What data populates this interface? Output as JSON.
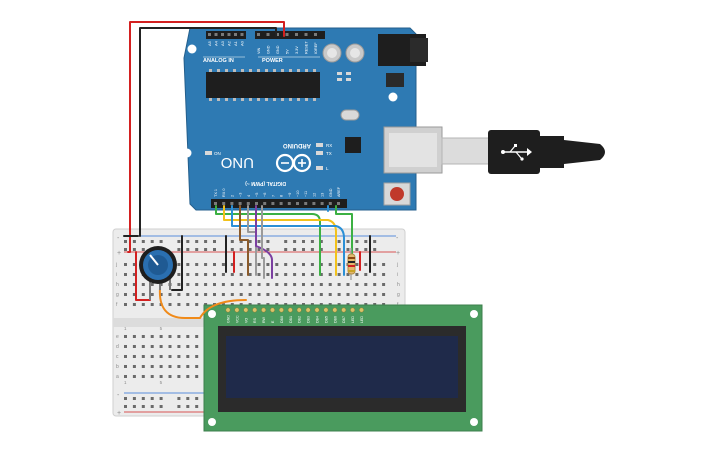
{
  "arduino": {
    "header_analog": "ANALOG IN",
    "header_power": "POWER",
    "analog_pins": [
      "A5",
      "A4",
      "A3",
      "A2",
      "A1",
      "A0"
    ],
    "power_pins": [
      "VIN",
      "GND",
      "GND",
      "5V",
      "3.3V",
      "RESET",
      "IOREF"
    ],
    "digital_header": "DIGITAL (PWM ~)",
    "digital_pins": [
      "TX 1",
      "RX 0",
      "2",
      "~3",
      "4",
      "~5",
      "~6",
      "7",
      "8",
      "~9",
      "~10",
      "~11",
      "12",
      "13",
      "GND",
      "AREF"
    ],
    "brand": "ARDUINO",
    "model": "UNO",
    "led_on": "ON",
    "led_rx": "RX",
    "led_tx": "TX",
    "led_l": "L"
  },
  "breadboard": {
    "row_letters_top": [
      "j",
      "i",
      "h",
      "g",
      "f"
    ],
    "row_letters_bottom": [
      "e",
      "d",
      "c",
      "b",
      "a"
    ],
    "column_numbers": [
      "1",
      "5",
      "10",
      "15",
      "20",
      "25",
      "30"
    ],
    "rail_plus": "+",
    "rail_minus": "-"
  },
  "lcd": {
    "pin_labels": [
      "GND",
      "VCC",
      "VO",
      "RS",
      "RW",
      "E",
      "DB0",
      "DB1",
      "DB2",
      "DB3",
      "DB4",
      "DB5",
      "DB6",
      "DB7",
      "LED",
      "LED"
    ]
  },
  "colors": {
    "arduino_board": "#2e7ab3",
    "breadboard": "#ececec",
    "lcd_pcb": "#4a9b5e",
    "lcd_screen": "#1f2a4a",
    "wire_red": "#d32020",
    "wire_black": "#222222",
    "wire_orange": "#f08a19",
    "wire_green": "#3cb043",
    "wire_yellow": "#f2c21b",
    "wire_blue": "#2a8fd6",
    "wire_purple": "#7b3fa0",
    "wire_gray": "#9a9a9a",
    "wire_brown": "#8a5a2b",
    "potentiometer": "#2a6fb0"
  },
  "icons": [
    "arduino-infinity-logo",
    "usb-cable",
    "potentiometer",
    "resistor"
  ]
}
